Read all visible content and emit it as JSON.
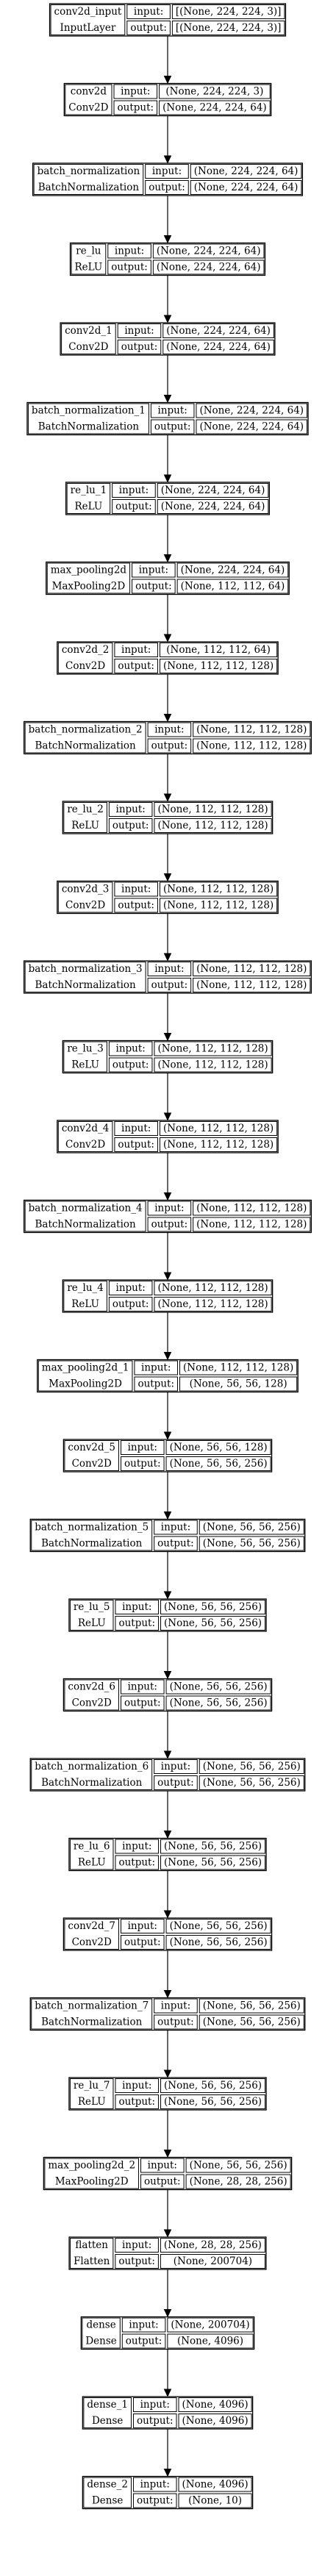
{
  "diagram": {
    "input_label": "input:",
    "output_label": "output:",
    "layers": [
      {
        "name": "conv2d_input",
        "type": "InputLayer",
        "input": "[(None, 224, 224, 3)]",
        "output": "[(None, 224, 224, 3)]"
      },
      {
        "name": "conv2d",
        "type": "Conv2D",
        "input": "(None, 224, 224, 3)",
        "output": "(None, 224, 224, 64)"
      },
      {
        "name": "batch_normalization",
        "type": "BatchNormalization",
        "input": "(None, 224, 224, 64)",
        "output": "(None, 224, 224, 64)"
      },
      {
        "name": "re_lu",
        "type": "ReLU",
        "input": "(None, 224, 224, 64)",
        "output": "(None, 224, 224, 64)"
      },
      {
        "name": "conv2d_1",
        "type": "Conv2D",
        "input": "(None, 224, 224, 64)",
        "output": "(None, 224, 224, 64)"
      },
      {
        "name": "batch_normalization_1",
        "type": "BatchNormalization",
        "input": "(None, 224, 224, 64)",
        "output": "(None, 224, 224, 64)"
      },
      {
        "name": "re_lu_1",
        "type": "ReLU",
        "input": "(None, 224, 224, 64)",
        "output": "(None, 224, 224, 64)"
      },
      {
        "name": "max_pooling2d",
        "type": "MaxPooling2D",
        "input": "(None, 224, 224, 64)",
        "output": "(None, 112, 112, 64)"
      },
      {
        "name": "conv2d_2",
        "type": "Conv2D",
        "input": "(None, 112, 112, 64)",
        "output": "(None, 112, 112, 128)"
      },
      {
        "name": "batch_normalization_2",
        "type": "BatchNormalization",
        "input": "(None, 112, 112, 128)",
        "output": "(None, 112, 112, 128)"
      },
      {
        "name": "re_lu_2",
        "type": "ReLU",
        "input": "(None, 112, 112, 128)",
        "output": "(None, 112, 112, 128)"
      },
      {
        "name": "conv2d_3",
        "type": "Conv2D",
        "input": "(None, 112, 112, 128)",
        "output": "(None, 112, 112, 128)"
      },
      {
        "name": "batch_normalization_3",
        "type": "BatchNormalization",
        "input": "(None, 112, 112, 128)",
        "output": "(None, 112, 112, 128)"
      },
      {
        "name": "re_lu_3",
        "type": "ReLU",
        "input": "(None, 112, 112, 128)",
        "output": "(None, 112, 112, 128)"
      },
      {
        "name": "conv2d_4",
        "type": "Conv2D",
        "input": "(None, 112, 112, 128)",
        "output": "(None, 112, 112, 128)"
      },
      {
        "name": "batch_normalization_4",
        "type": "BatchNormalization",
        "input": "(None, 112, 112, 128)",
        "output": "(None, 112, 112, 128)"
      },
      {
        "name": "re_lu_4",
        "type": "ReLU",
        "input": "(None, 112, 112, 128)",
        "output": "(None, 112, 112, 128)"
      },
      {
        "name": "max_pooling2d_1",
        "type": "MaxPooling2D",
        "input": "(None, 112, 112, 128)",
        "output": "(None, 56, 56, 128)"
      },
      {
        "name": "conv2d_5",
        "type": "Conv2D",
        "input": "(None, 56, 56, 128)",
        "output": "(None, 56, 56, 256)"
      },
      {
        "name": "batch_normalization_5",
        "type": "BatchNormalization",
        "input": "(None, 56, 56, 256)",
        "output": "(None, 56, 56, 256)"
      },
      {
        "name": "re_lu_5",
        "type": "ReLU",
        "input": "(None, 56, 56, 256)",
        "output": "(None, 56, 56, 256)"
      },
      {
        "name": "conv2d_6",
        "type": "Conv2D",
        "input": "(None, 56, 56, 256)",
        "output": "(None, 56, 56, 256)"
      },
      {
        "name": "batch_normalization_6",
        "type": "BatchNormalization",
        "input": "(None, 56, 56, 256)",
        "output": "(None, 56, 56, 256)"
      },
      {
        "name": "re_lu_6",
        "type": "ReLU",
        "input": "(None, 56, 56, 256)",
        "output": "(None, 56, 56, 256)"
      },
      {
        "name": "conv2d_7",
        "type": "Conv2D",
        "input": "(None, 56, 56, 256)",
        "output": "(None, 56, 56, 256)"
      },
      {
        "name": "batch_normalization_7",
        "type": "BatchNormalization",
        "input": "(None, 56, 56, 256)",
        "output": "(None, 56, 56, 256)"
      },
      {
        "name": "re_lu_7",
        "type": "ReLU",
        "input": "(None, 56, 56, 256)",
        "output": "(None, 56, 56, 256)"
      },
      {
        "name": "max_pooling2d_2",
        "type": "MaxPooling2D",
        "input": "(None, 56, 56, 256)",
        "output": "(None, 28, 28, 256)"
      },
      {
        "name": "flatten",
        "type": "Flatten",
        "input": "(None, 28, 28, 256)",
        "output": "(None, 200704)"
      },
      {
        "name": "dense",
        "type": "Dense",
        "input": "(None, 200704)",
        "output": "(None, 4096)"
      },
      {
        "name": "dense_1",
        "type": "Dense",
        "input": "(None, 4096)",
        "output": "(None, 4096)"
      },
      {
        "name": "dense_2",
        "type": "Dense",
        "input": "(None, 4096)",
        "output": "(None, 10)"
      }
    ]
  }
}
